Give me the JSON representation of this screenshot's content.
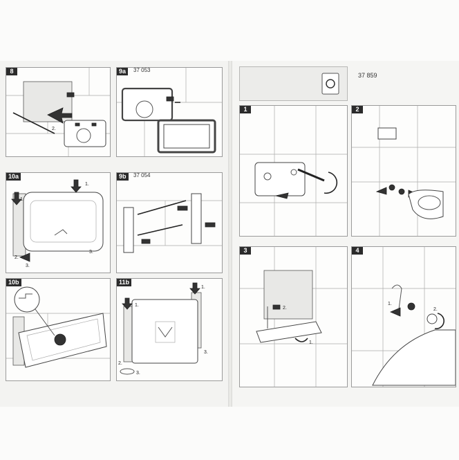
{
  "left_page": {
    "panels": [
      {
        "id": "8",
        "label": "8",
        "code": "",
        "steps": [
          "2."
        ]
      },
      {
        "id": "9a",
        "label": "9a",
        "code": "37 053",
        "steps": []
      },
      {
        "id": "10a",
        "label": "10a",
        "code": "",
        "steps": [
          "1.",
          "1.",
          "2.",
          "3.",
          "3."
        ]
      },
      {
        "id": "9b",
        "label": "9b",
        "code": "37 054",
        "steps": []
      },
      {
        "id": "10b",
        "label": "10b",
        "code": "",
        "steps": []
      },
      {
        "id": "11b",
        "label": "11b",
        "code": "",
        "steps": [
          "1.",
          "1.",
          "2.",
          "3.",
          "3."
        ]
      }
    ]
  },
  "right_page": {
    "header_code": "37 859",
    "panels": [
      {
        "id": "1",
        "label": "1",
        "code": "",
        "steps": []
      },
      {
        "id": "2",
        "label": "2",
        "code": "",
        "steps": []
      },
      {
        "id": "3",
        "label": "3",
        "code": "",
        "steps": [
          "2.",
          "1."
        ]
      },
      {
        "id": "4",
        "label": "4",
        "code": "",
        "steps": [
          "1.",
          "2."
        ]
      }
    ]
  },
  "colors": {
    "page": "#f3f3f1",
    "badge": "#2b2b2b",
    "line": "#555555"
  },
  "icons": [
    "push-plate-icon",
    "screwdriver-icon",
    "rotation-arrow-icon"
  ]
}
